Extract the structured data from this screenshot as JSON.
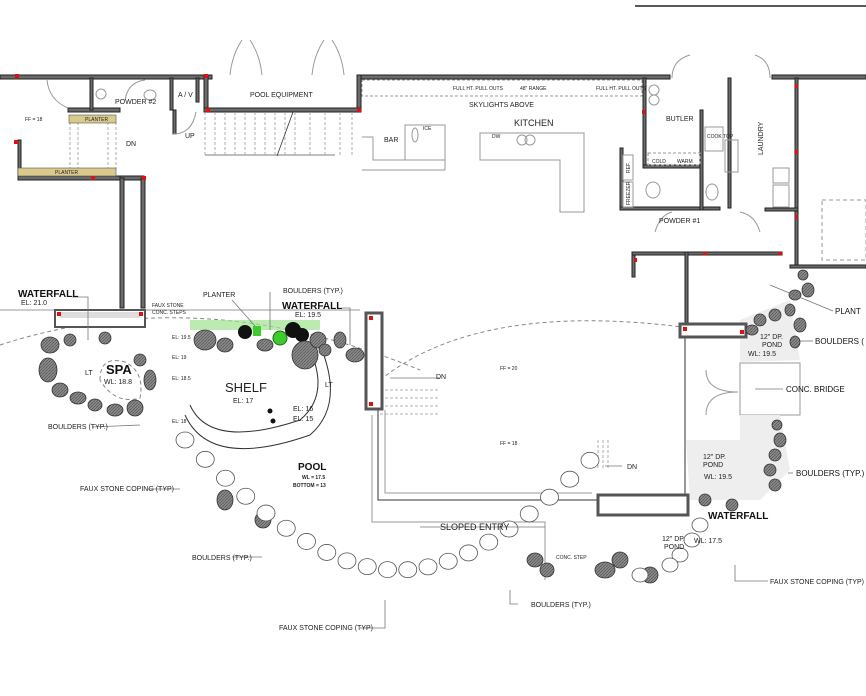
{
  "colors": {
    "wall": "#6b6b6b",
    "column": "#e01010",
    "planter": "#d9c98a",
    "boulder": "#8a8a8a",
    "pond": "#eeeeee",
    "plant_green": "#3ecb2e"
  },
  "rooms": {
    "powder2": "POWDER #2",
    "av": "A / V",
    "pool_equipment": "POOL EQUIPMENT",
    "bar": "BAR",
    "skylights": "SKYLIGHTS ABOVE",
    "kitchen": "KITCHEN",
    "butler": "BUTLER",
    "laundry": "LAUNDRY",
    "powder1": "POWDER #1"
  },
  "fixtures": {
    "planter_top": "PLANTER",
    "planter_bottom": "PLANTER",
    "up": "UP",
    "dn_stair": "DN",
    "ff_left": "FF = 18",
    "cook_top": "COOK TOP",
    "cold": "COLD",
    "warm": "WARM",
    "ref": "REF.",
    "freezer": "FREEZER",
    "range": "48\" RANGE",
    "full_ht_1": "FULL HT. PULL OUTS",
    "full_ht_2": "FULL HT. PULL OUTS",
    "dw": "DW",
    "ice": "ICE"
  },
  "landscape": {
    "waterfall_left": "WATERFALL",
    "waterfall_left_el": "EL: 21.0",
    "faux_steps_1": "FAUX STONE",
    "faux_steps_2": "CONC. STEPS",
    "planter": "PLANTER",
    "boulders_top": "BOULDERS (TYP.)",
    "waterfall_mid": "WATERFALL",
    "waterfall_mid_el": "EL: 19.5",
    "spa": "SPA",
    "spa_wl": "WL: 18.8",
    "lt_left": "LT",
    "lt_right": "LT",
    "el_195": "EL: 19.5",
    "el_19": "EL: 19",
    "el_185": "EL: 18.5",
    "el_18": "EL: 18",
    "shelf": "SHELF",
    "shelf_el": "EL: 17",
    "el_16": "EL: 16",
    "el_15": "EL: 15",
    "boulders_left": "BOULDERS (TYP.)",
    "dn_patio": "DN",
    "ff_20": "FF = 20",
    "ff_18": "FF = 18",
    "dn_right": "DN",
    "pool": "POOL",
    "pool_wl": "WL = 17.5",
    "pool_bottom": "BOTTOM = 13",
    "coping_left": "FAUX STONE COPING (TYP)",
    "boulders_mid": "BOULDERS (TYP.)",
    "sloped_entry": "SLOPED ENTRY",
    "conc_step": "CONC. STEP",
    "coping_bottom": "FAUX STONE COPING (TYP)",
    "boulders_bottom": "BOULDERS (TYP.)",
    "pond_upper_1": "12\" DP.",
    "pond_upper_2": "POND",
    "pond_upper_wl": "WL: 19.5",
    "conc_bridge": "CONC. BRIDGE",
    "boulders_right_top": "BOULDERS (",
    "plant_right": "PLANT",
    "pond_mid_1": "12\" DP.",
    "pond_mid_2": "POND",
    "pond_mid_wl": "WL: 19.5",
    "boulders_right": "BOULDERS (TYP.)",
    "waterfall_right": "WATERFALL",
    "pond_low_1": "12\" DP.",
    "pond_low_2": "POND",
    "pond_low_wl": "WL: 17.5",
    "coping_right": "FAUX STONE COPING (TYP)"
  }
}
